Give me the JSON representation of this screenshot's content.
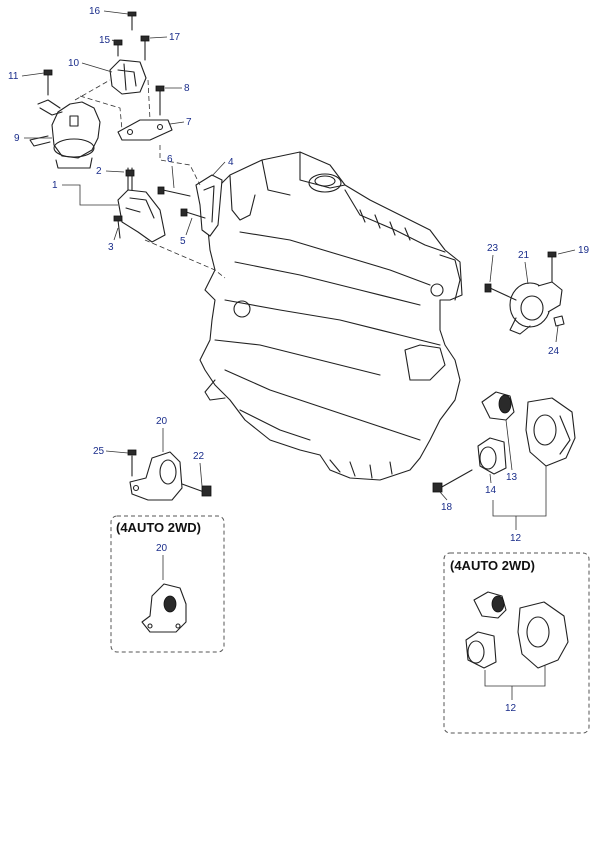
{
  "callouts": {
    "c1": "1",
    "c2": "2",
    "c3": "3",
    "c4": "4",
    "c5": "5",
    "c6": "6",
    "c7": "7",
    "c8": "8",
    "c9": "9",
    "c10": "10",
    "c11": "11",
    "c12": "12",
    "c13": "13",
    "c14": "14",
    "c15": "15",
    "c16": "16",
    "c17": "17",
    "c18": "18",
    "c19": "19",
    "c20": "20",
    "c21": "21",
    "c22": "22",
    "c23": "23",
    "c24": "24",
    "c25": "25"
  },
  "variant_boxes": {
    "left": {
      "title": "(4AUTO 2WD)",
      "part_label": "20"
    },
    "right": {
      "title": "(4AUTO 2WD)",
      "part_label": "12"
    }
  },
  "colors": {
    "label": "#1a2d8a",
    "line": "#222222"
  }
}
